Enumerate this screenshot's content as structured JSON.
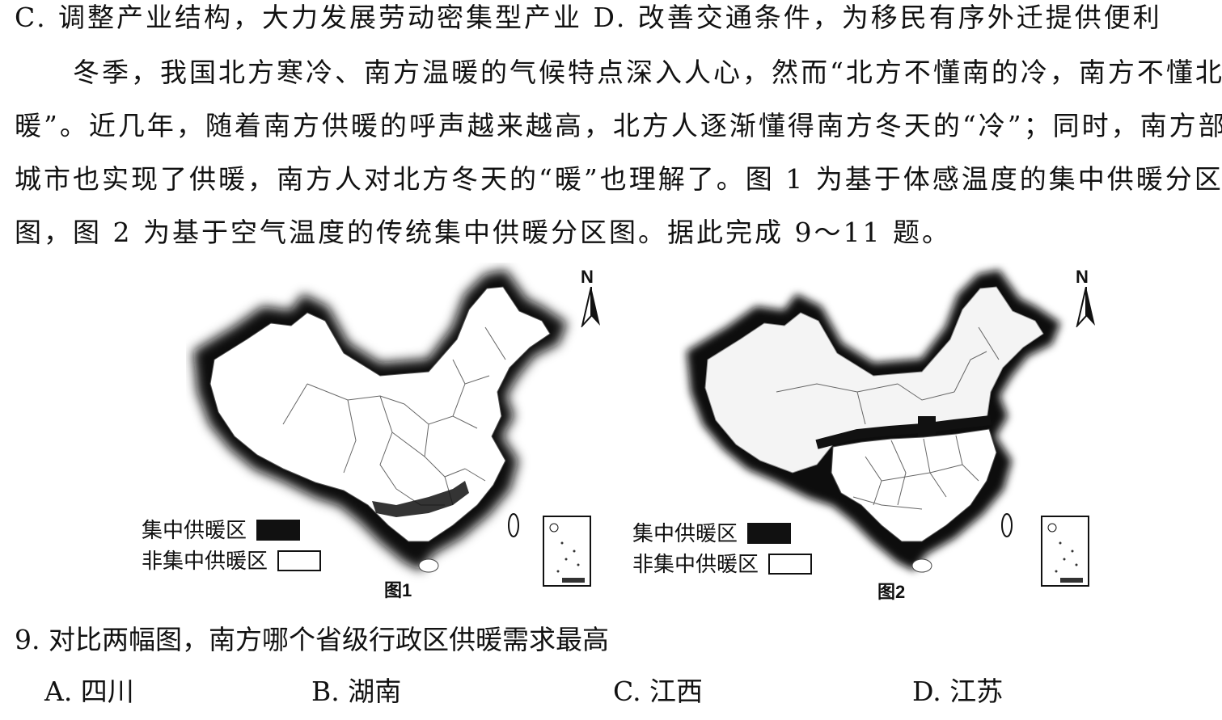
{
  "lines": [
    "C. 调整产业结构，大力发展劳动密集型产业   D. 改善交通条件，为移民有序外迁提供便利",
    "　　冬季，我国北方寒冷、南方温暖的气候特点深入人心，然而“北方不懂南的冷，南方不懂北的",
    "暖”。近几年，随着南方供暖的呼声越来越高，北方人逐渐懂得南方冬天的“冷”；同时，南方部分",
    "城市也实现了供暖，南方人对北方冬天的“暖”也理解了。图 1 为基于体感温度的集中供暖分区",
    "图，图 2 为基于空气温度的传统集中供暖分区图。据此完成 9～11 题。"
  ],
  "figures": [
    {
      "caption": "图1",
      "north": "N",
      "legend_dark": "集中供暖区",
      "legend_light": "非集中供暖区"
    },
    {
      "caption": "图2",
      "north": "N",
      "legend_dark": "集中供暖区",
      "legend_light": "非集中供暖区"
    }
  ],
  "question": {
    "stem": "9. 对比两幅图，南方哪个省级行政区供暖需求最高",
    "options": [
      "A. 四川",
      "B. 湖南",
      "C. 江西",
      "D. 江苏"
    ]
  },
  "colors": {
    "dark": "#111111",
    "light": "#ffffff",
    "text": "#111111"
  }
}
